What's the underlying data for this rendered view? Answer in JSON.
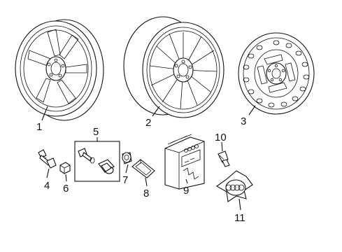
{
  "diagram": {
    "callouts": [
      {
        "id": "c1",
        "text": "1"
      },
      {
        "id": "c2",
        "text": "2"
      },
      {
        "id": "c3",
        "text": "3"
      },
      {
        "id": "c4",
        "text": "4"
      },
      {
        "id": "c5",
        "text": "5"
      },
      {
        "id": "c6",
        "text": "6"
      },
      {
        "id": "c7",
        "text": "7"
      },
      {
        "id": "c8",
        "text": "8"
      },
      {
        "id": "c9",
        "text": "9"
      },
      {
        "id": "c10",
        "text": "10"
      },
      {
        "id": "c11",
        "text": "11"
      }
    ],
    "parts": [
      {
        "callout": "1",
        "icon": "alloy-wheel-five-spoke-icon"
      },
      {
        "callout": "2",
        "icon": "alloy-wheel-multi-spoke-icon"
      },
      {
        "callout": "3",
        "icon": "steel-spare-wheel-icon"
      },
      {
        "callout": "4",
        "icon": "wheel-bolt-icon"
      },
      {
        "callout": "5",
        "icon": "locking-bolt-kit-icon"
      },
      {
        "callout": "6",
        "icon": "bolt-cap-icon"
      },
      {
        "callout": "7",
        "icon": "cap-icon"
      },
      {
        "callout": "8",
        "icon": "removal-tool-icon"
      },
      {
        "callout": "9",
        "icon": "tool-kit-box-icon"
      },
      {
        "callout": "10",
        "icon": "valve-stem-icon"
      },
      {
        "callout": "11",
        "icon": "center-cap-icon"
      }
    ]
  }
}
